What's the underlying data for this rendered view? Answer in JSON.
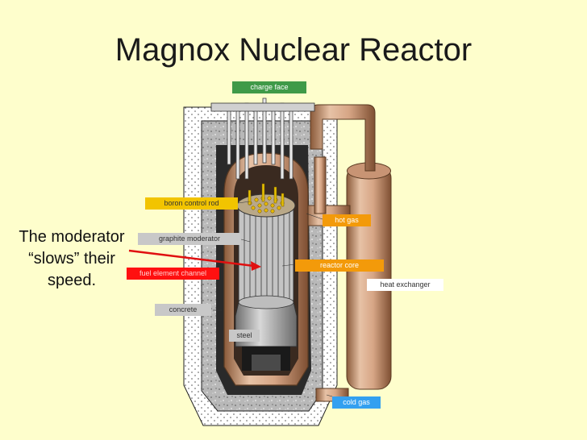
{
  "title": "Magnox Nuclear Reactor",
  "labels": {
    "charge_face": "charge face",
    "boron_control_rod": "boron control rod",
    "hot_gas": "hot gas",
    "graphite_moderator": "graphite moderator",
    "reactor_core": "reactor core",
    "fuel_element_channel": "fuel element channel",
    "heat_exchanger": "heat exchanger",
    "concrete": "concrete",
    "steel": "steel",
    "cold_gas": "cold gas"
  },
  "note": {
    "line1": "The moderator",
    "line2": "“slows” their",
    "line3": "speed."
  },
  "colors": {
    "background": "#fefecc",
    "concrete": "#b8b8b8",
    "copper": "#d9a889",
    "copper_dark": "#8a5a3a",
    "green_label": "#3f9a48",
    "yellow_label": "#f2c400",
    "orange_label": "#f39a0a",
    "red_label": "#ff1010",
    "blue_label": "#33a0f0",
    "arrow": "#e01010"
  }
}
